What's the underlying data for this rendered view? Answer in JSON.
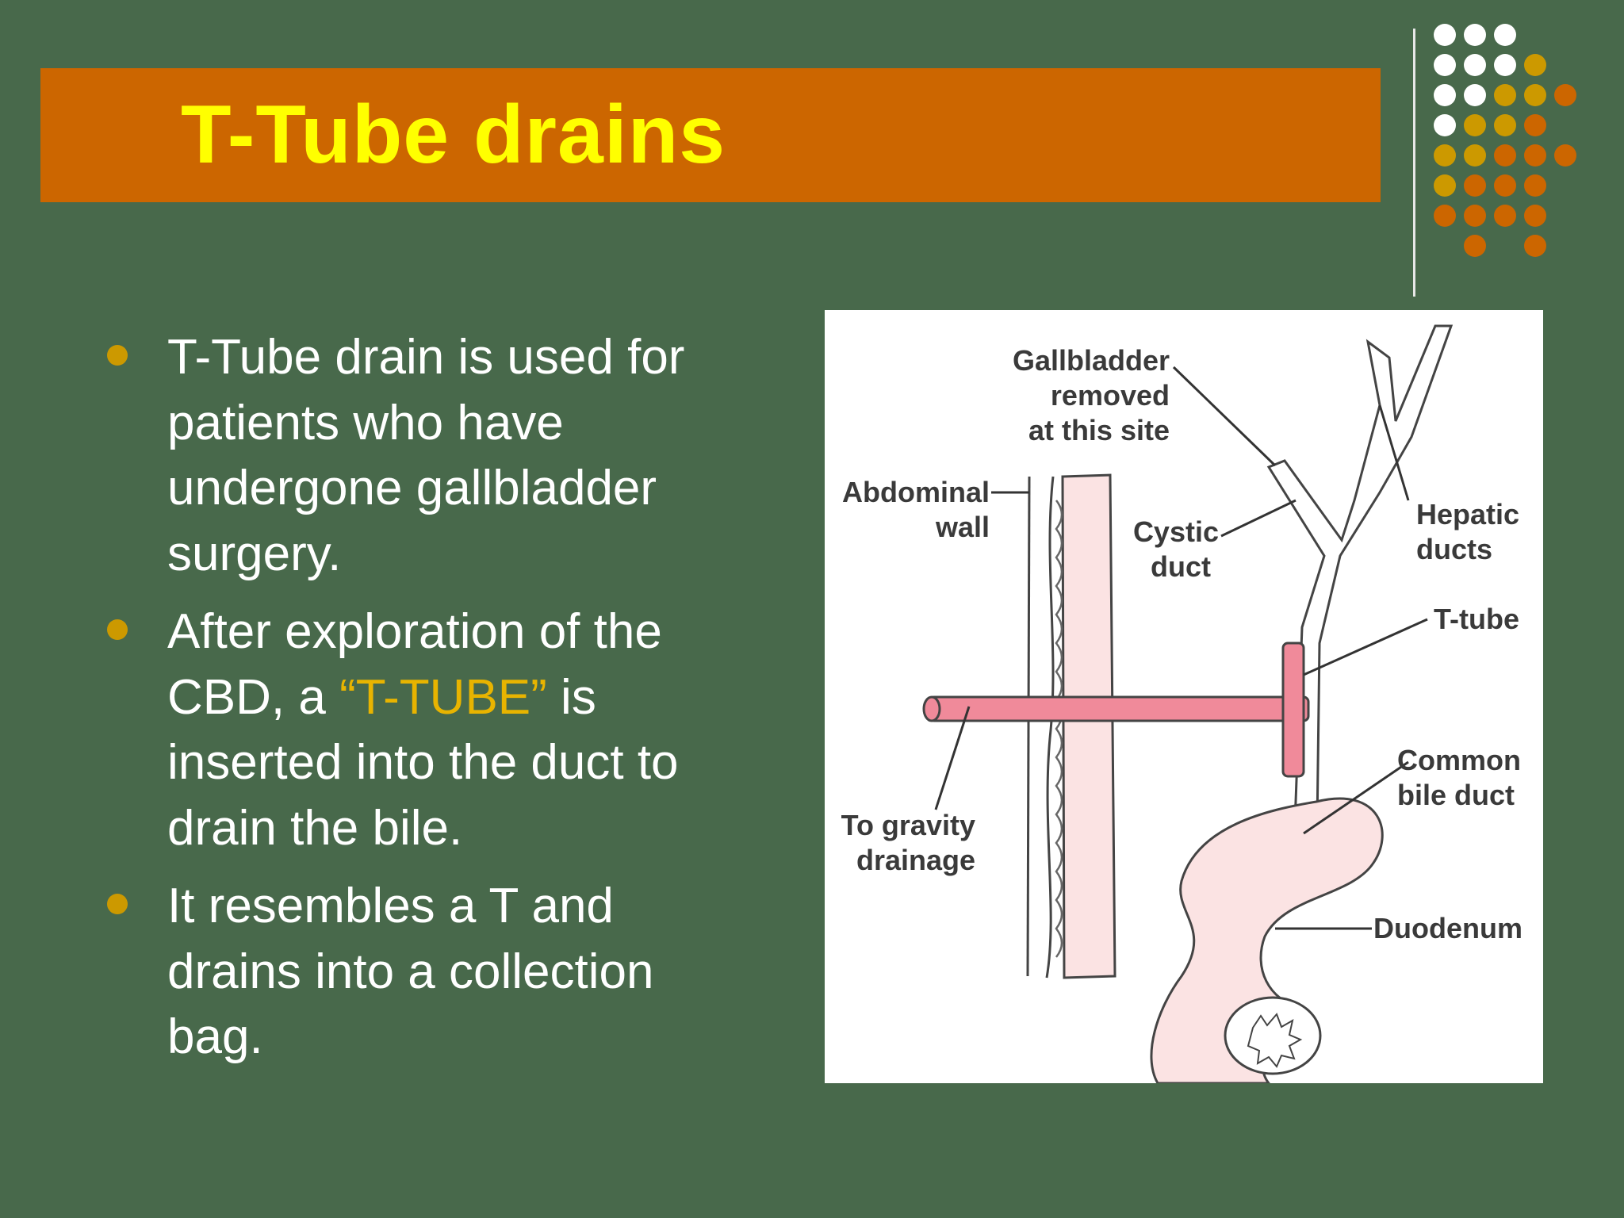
{
  "colors": {
    "background": "#48694b",
    "title_bar": "#cc6600",
    "title_text": "#ffff00",
    "body_text": "#ffffff",
    "highlight_text": "#e8b400",
    "bullet": "#cc9900",
    "divider": "#e8e8e8",
    "tube": "#f08a9a",
    "tissue": "#fbe3e3"
  },
  "title": "T-Tube drains",
  "bullets": [
    {
      "text_before": "T-Tube drain is used for patients who have undergone gallbladder surgery.",
      "highlight": "",
      "text_after": ""
    },
    {
      "text_before": "After exploration of the CBD, a ",
      "highlight": "“T-TUBE”",
      "text_after": " is inserted into the duct to drain the bile."
    },
    {
      "text_before": "It resembles a T and drains into a collection bag.",
      "highlight": "",
      "text_after": ""
    }
  ],
  "figure": {
    "label_gallbladder": [
      "Gallbladder",
      "removed",
      "at this site"
    ],
    "label_abdominal": [
      "Abdominal",
      "wall"
    ],
    "label_cystic": [
      "Cystic",
      "duct"
    ],
    "label_hepatic": [
      "Hepatic",
      "ducts"
    ],
    "label_ttube": "T-tube",
    "label_common": [
      "Common",
      "bile duct"
    ],
    "label_gravity": [
      "To gravity",
      "drainage"
    ],
    "label_duodenum": "Duodenum"
  },
  "decor_dot_colors": {
    "white": "#ffffff",
    "gold": "#cc9900",
    "orange": "#cc6600"
  }
}
